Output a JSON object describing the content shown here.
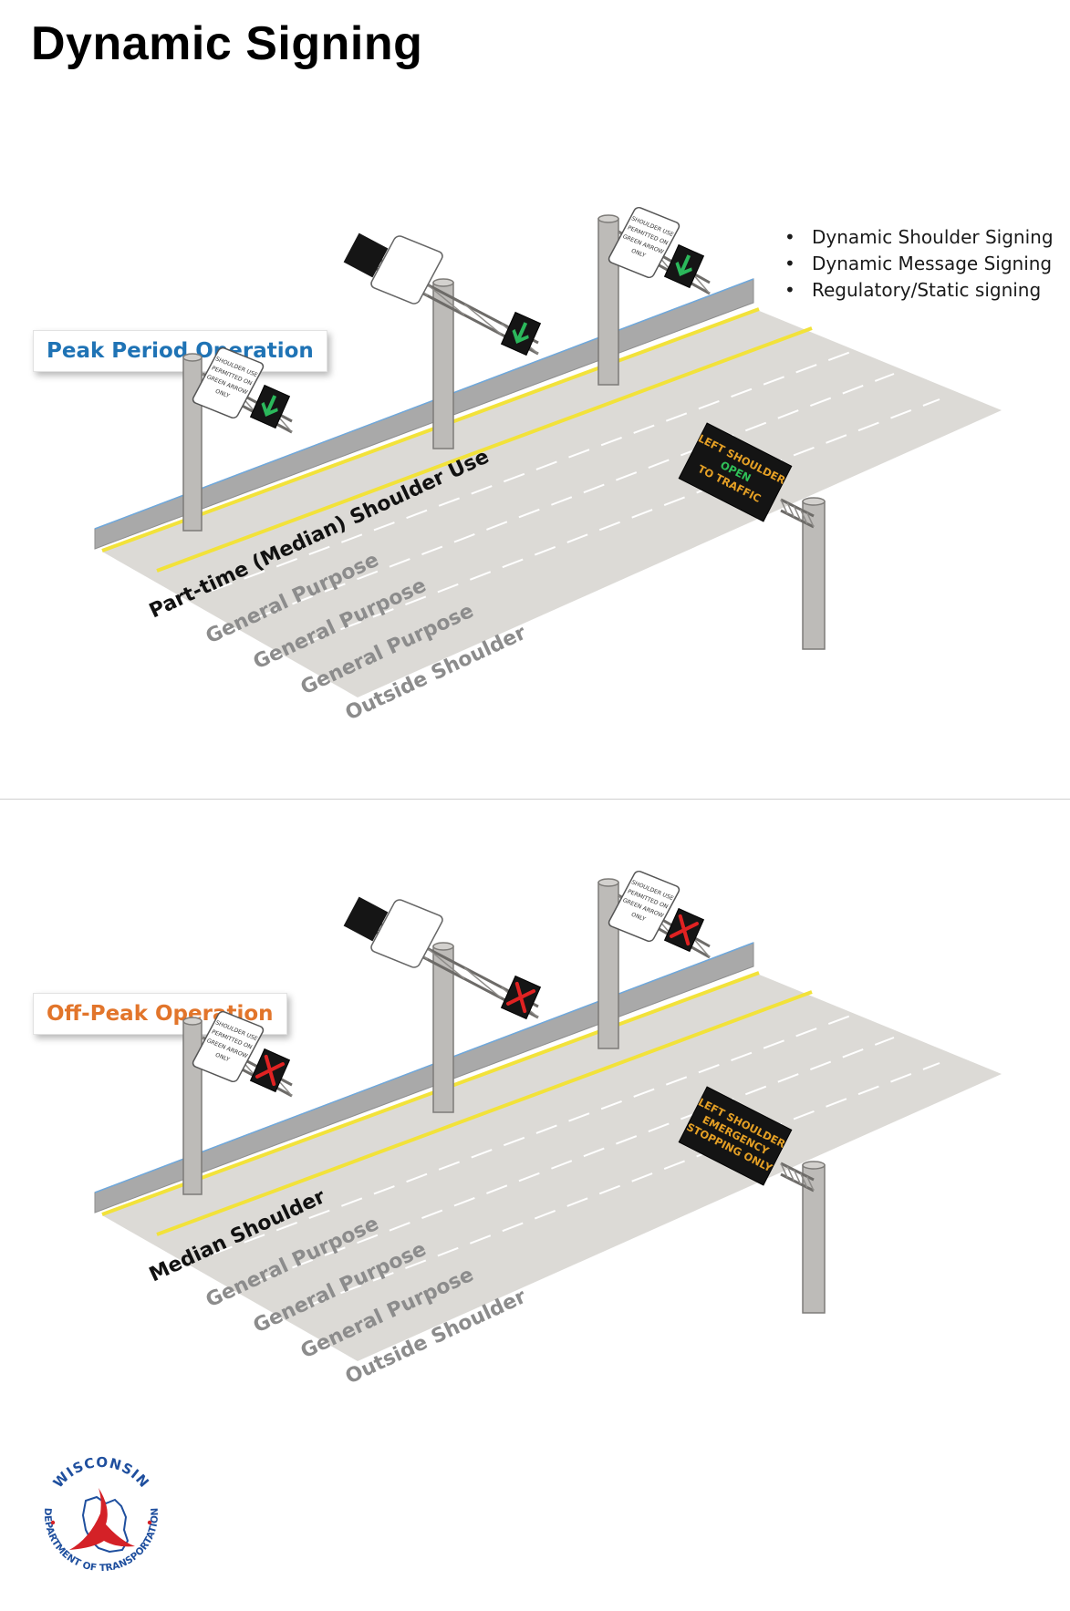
{
  "title": "Dynamic Signing",
  "bullets": [
    "Dynamic Shoulder Signing",
    "Dynamic Message Signing",
    "Regulatory/Static signing"
  ],
  "colors": {
    "peak_label": "#1f73b5",
    "offpeak_label": "#e2752b",
    "lane_line_yellow": "#f2e23a",
    "pavement": "#dcdad6",
    "barrier": "#a9a9a9",
    "green_arrow": "#2bb85b",
    "red_x": "#e02222",
    "message_text": "#e5a025",
    "message_text_green": "#2fc058"
  },
  "peak": {
    "label": "Peak Period Operation",
    "lanes": [
      "Part-time (Median) Shoulder Use",
      "General Purpose",
      "General Purpose",
      "General Purpose",
      "Outside Shoulder"
    ],
    "lane_signal_icon": "green-arrow-down-icon",
    "static_sign_lines": [
      "SHOULDER USE",
      "PERMITTED ON",
      "GREEN ARROW",
      "ONLY"
    ],
    "message_sign_lines": [
      {
        "text": "LEFT SHOULDER",
        "color": "amber"
      },
      {
        "text": "OPEN",
        "color": "green"
      },
      {
        "text": "TO TRAFFIC",
        "color": "amber"
      }
    ]
  },
  "offpeak": {
    "label": "Off-Peak Operation",
    "lanes": [
      "Median Shoulder",
      "General Purpose",
      "General Purpose",
      "General Purpose",
      "Outside Shoulder"
    ],
    "lane_signal_icon": "red-x-icon",
    "static_sign_lines": [
      "SHOULDER USE",
      "PERMITTED ON",
      "GREEN ARROW",
      "ONLY"
    ],
    "message_sign_lines": [
      {
        "text": "LEFT SHOULDER",
        "color": "amber"
      },
      {
        "text": "EMERGENCY",
        "color": "amber"
      },
      {
        "text": "STOPPING ONLY",
        "color": "amber"
      }
    ]
  },
  "logo": {
    "top_text": "WISCONSIN",
    "ring_text": "DEPARTMENT OF TRANSPORTATION"
  }
}
